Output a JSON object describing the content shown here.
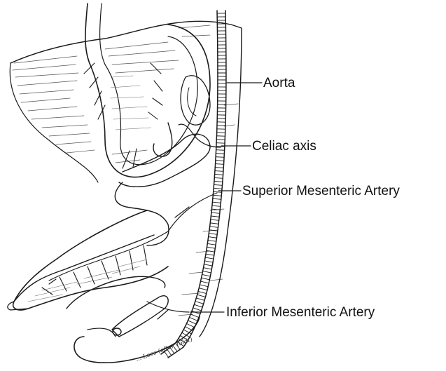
{
  "labels": {
    "aorta": "Aorta",
    "celiac": "Celiac axis",
    "superior": "Superior Mesenteric Artery",
    "inferior": "Inferior Mesenteric Artery"
  },
  "credit": "... Loos (after Toldt)",
  "colors": {
    "ink": "#1a1a1a",
    "paper": "#ffffff"
  }
}
